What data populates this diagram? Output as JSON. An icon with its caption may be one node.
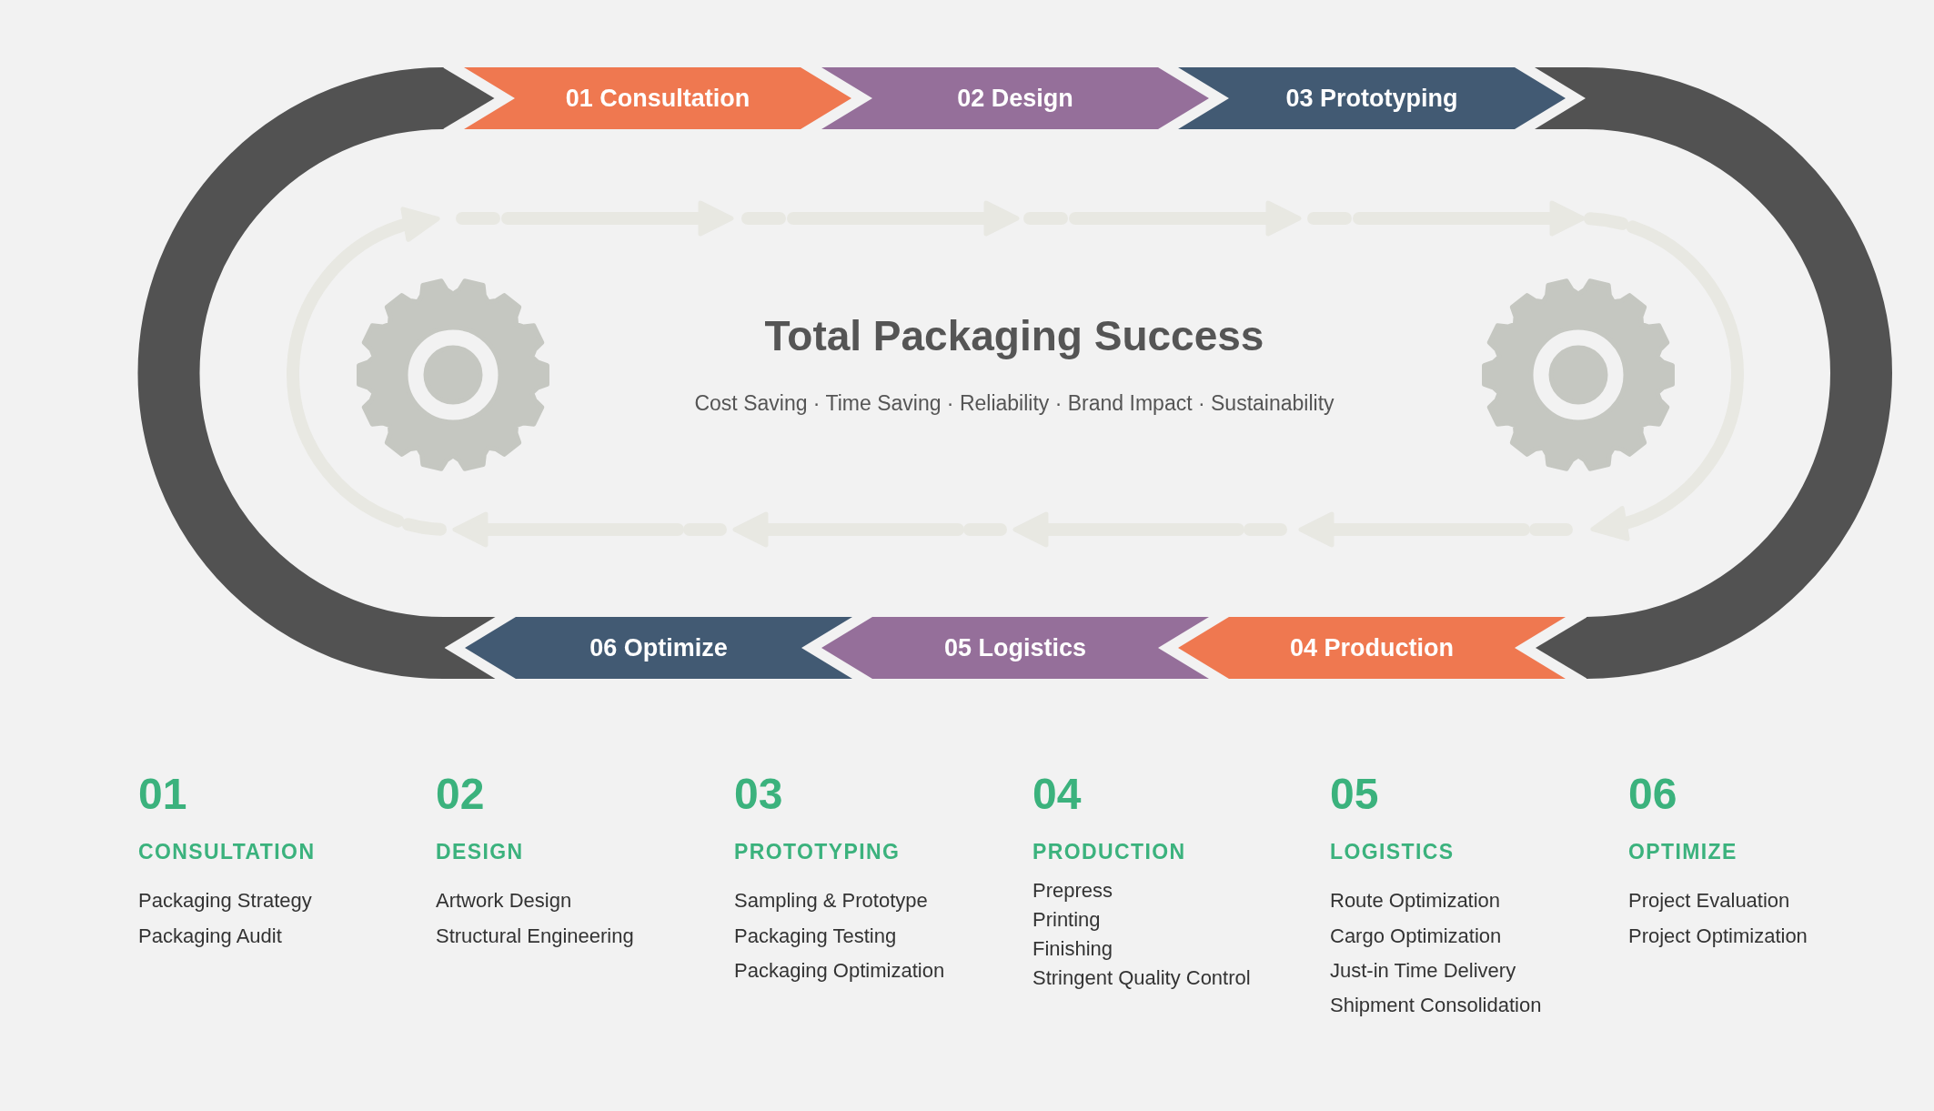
{
  "diagram": {
    "title": "Total Packaging Success",
    "nodes": [
      {
        "text": [
          "01 Consultation"
        ]
      },
      {
        "text": [
          "02 Design"
        ]
      },
      {
        "text": [
          "03 Prototyping"
        ]
      },
      {
        "text": [
          "04 Production"
        ]
      },
      {
        "text": [
          "05 Logistics"
        ]
      },
      {
        "text": [
          "06 Optimize"
        ]
      }
    ],
    "edges": [
      {
        "from": 2,
        "to": 3,
        "arrow": "to"
      },
      {
        "from": 5,
        "to": 0,
        "arrow": "to"
      }
    ],
    "labels": [
      "Cost Saving · Time Saving · Reliability · Brand Impact · Sustainability",
      "01",
      "CONSULTATION",
      "Packaging Strategy",
      "Packaging Audit",
      "02",
      "DESIGN",
      "Artwork Design",
      "Structural Engineering",
      "03",
      "PROTOTYPING",
      "Sampling & Prototype",
      "Packaging Testing",
      "Packaging Optimization",
      "04",
      "PRODUCTION",
      "Prepress",
      "Printing",
      "Finishing",
      "Stringent Quality Control",
      "05",
      "LOGISTICS",
      "Route Optimization",
      "Cargo Optimization",
      "Just-in Time Delivery",
      "Shipment Consolidation",
      "06",
      "OPTIMIZE",
      "Project Evaluation",
      "Project Optimization"
    ]
  }
}
